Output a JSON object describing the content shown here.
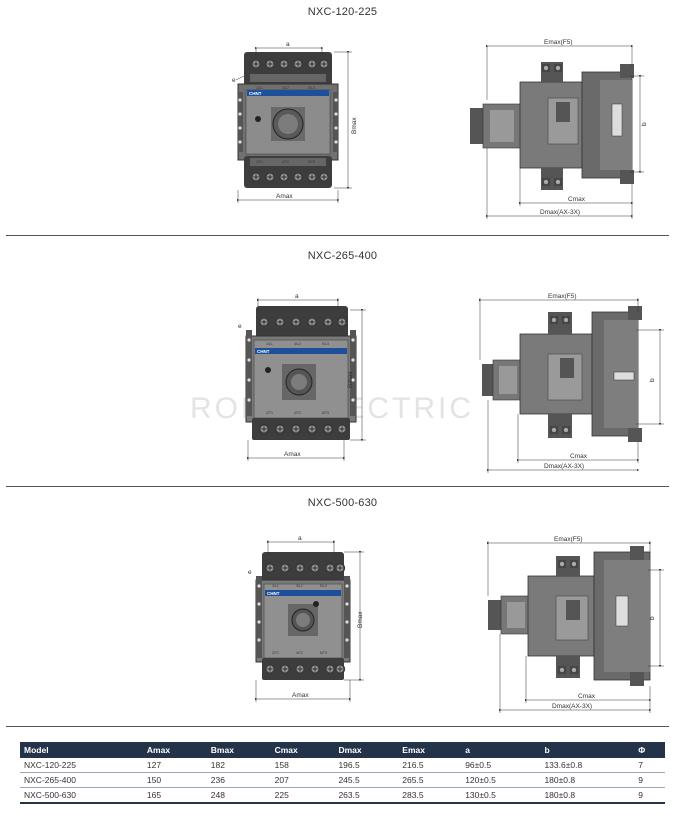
{
  "sections": [
    {
      "title": "NXC-120-225"
    },
    {
      "title": "NXC-265-400"
    },
    {
      "title": "NXC-500-630"
    }
  ],
  "dimension_labels": {
    "a": "a",
    "amax": "Amax",
    "bmax": "Bmax",
    "e": "e",
    "emax": "Emax(F5)",
    "b": "b",
    "cmax": "Cmax",
    "dmax": "Dmax(AX-3X)"
  },
  "logo_text": "CHNT",
  "terminal_labels": {
    "top": [
      "1/L1",
      "3/L2",
      "5/L3"
    ],
    "bottom": [
      "2/T1",
      "4/T2",
      "6/T3"
    ]
  },
  "watermark": "ROBO ELECTRIC",
  "table": {
    "headers": [
      "Model",
      "Amax",
      "Bmax",
      "Cmax",
      "Dmax",
      "Emax",
      "a",
      "b",
      "Φ"
    ],
    "rows": [
      [
        "NXC-120-225",
        "127",
        "182",
        "158",
        "196.5",
        "216.5",
        "96±0.5",
        "133.6±0.8",
        "7"
      ],
      [
        "NXC-265-400",
        "150",
        "236",
        "207",
        "245.5",
        "265.5",
        "120±0.5",
        "180±0.8",
        "9"
      ],
      [
        "NXC-500-630",
        "165",
        "248",
        "225",
        "263.5",
        "283.5",
        "130±0.5",
        "180±0.8",
        "9"
      ]
    ]
  }
}
